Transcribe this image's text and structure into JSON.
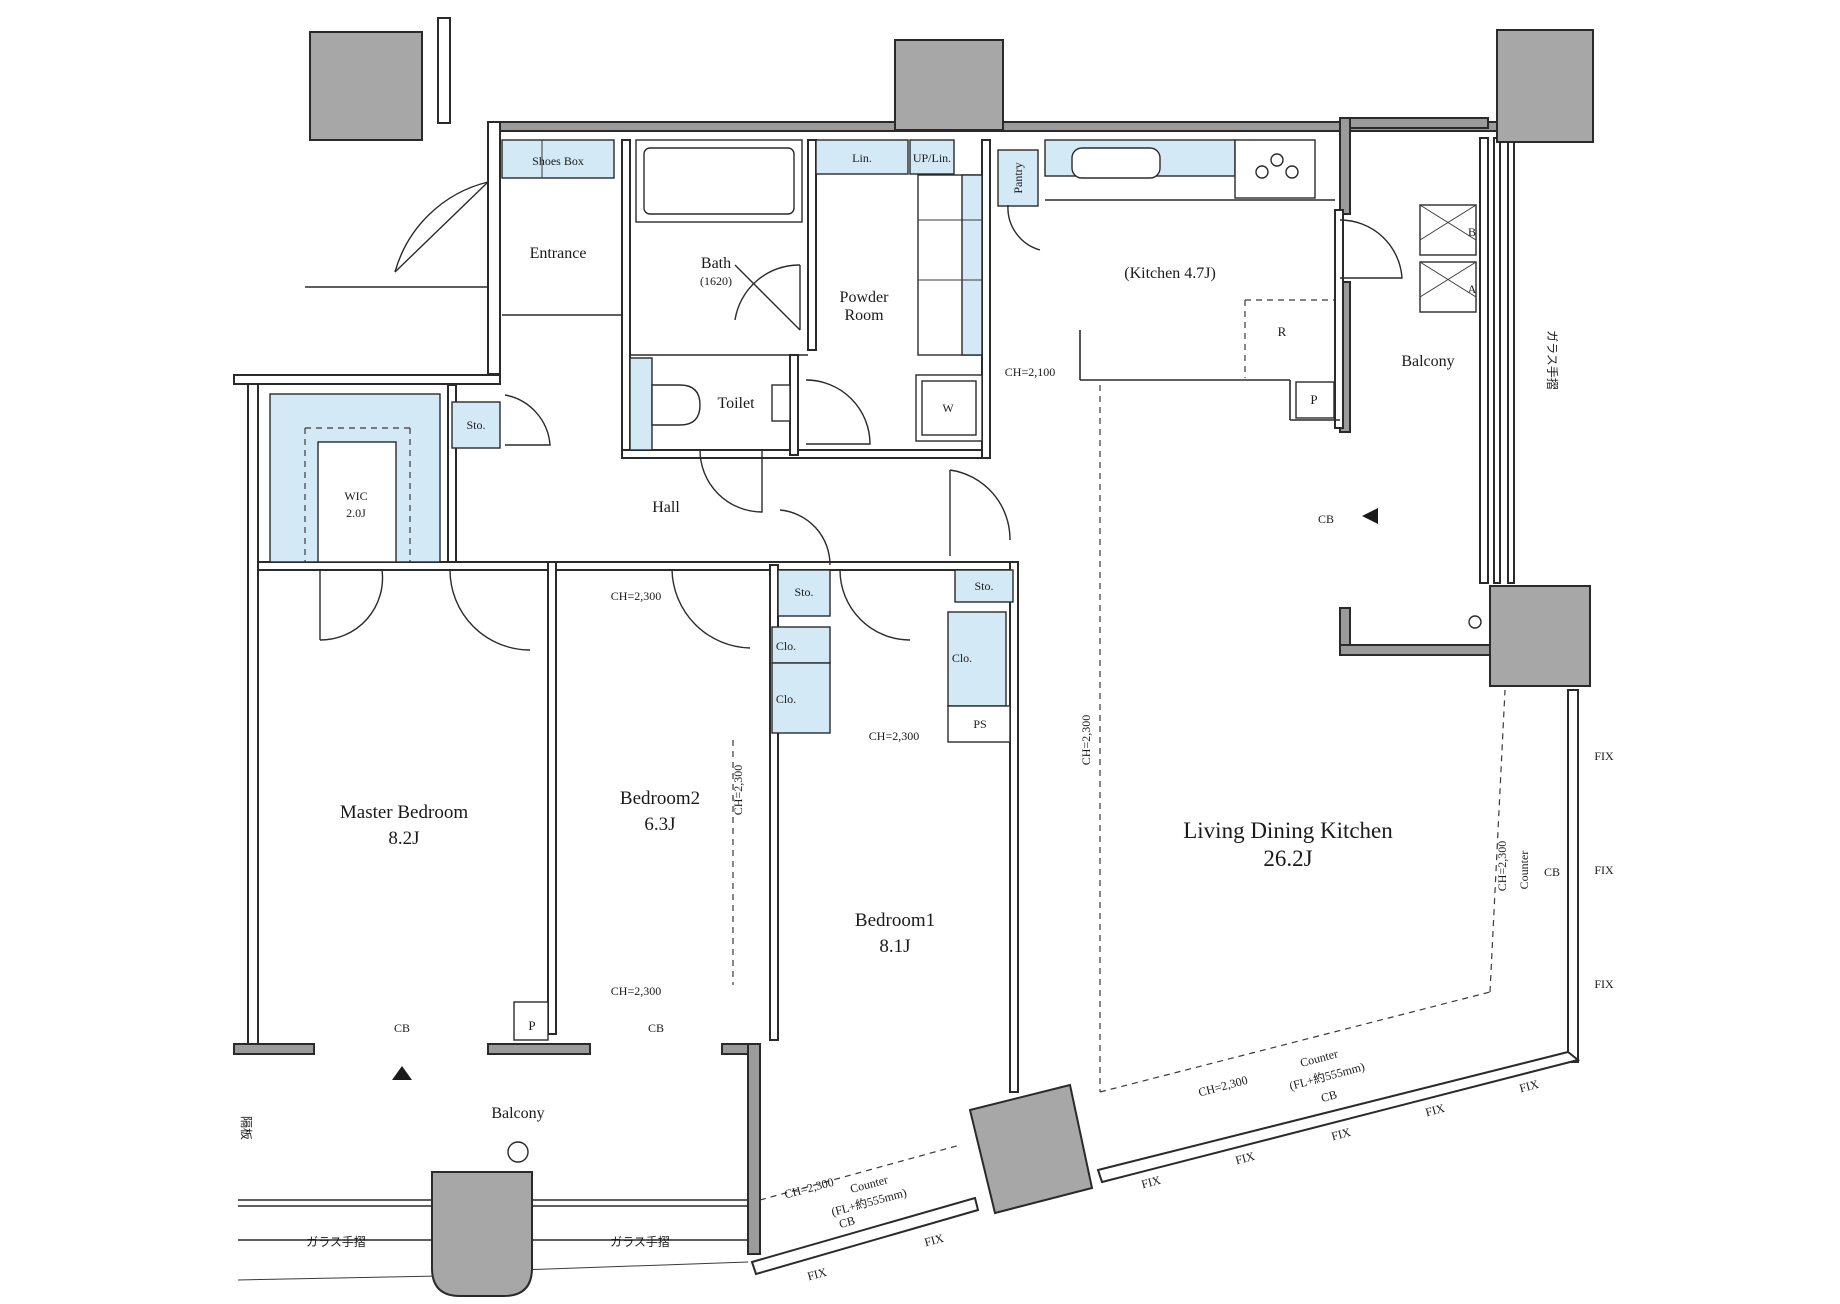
{
  "rooms": {
    "entrance": "Entrance",
    "shoes_box": "Shoes Box",
    "bath": "Bath",
    "bath_size": "(1620)",
    "powder_room_1": "Powder",
    "powder_room_2": "Room",
    "lin": "Lin.",
    "up_lin": "UP/Lin.",
    "pantry": "Pantry",
    "kitchen": "(Kitchen 4.7J)",
    "toilet": "Toilet",
    "washer": "W",
    "refrigerator": "R",
    "hall": "Hall",
    "wic": "WIC",
    "wic_size": "2.0J",
    "sto": "Sto.",
    "clo": "Clo.",
    "ps": "PS",
    "p": "P",
    "master_bedroom": "Master Bedroom",
    "master_bedroom_size": "8.2J",
    "bedroom2": "Bedroom2",
    "bedroom2_size": "6.3J",
    "bedroom1": "Bedroom1",
    "bedroom1_size": "8.1J",
    "ldk": "Living Dining Kitchen",
    "ldk_size": "26.2J",
    "balcony": "Balcony",
    "balcony_unit_a": "A",
    "balcony_unit_b": "B"
  },
  "notes": {
    "ch_2100": "CH=2,100",
    "ch_2300": "CH=2,300",
    "cb": "CB",
    "fix": "FIX",
    "counter": "Counter",
    "counter_height": "(FL+約555mm)",
    "glass_railing": "ガラス手摺",
    "partition": "隔板"
  },
  "colors": {
    "storage_fill": "#d3e9f5",
    "column_fill": "#a7a7a7",
    "wall_stroke": "#2a2a2a"
  }
}
